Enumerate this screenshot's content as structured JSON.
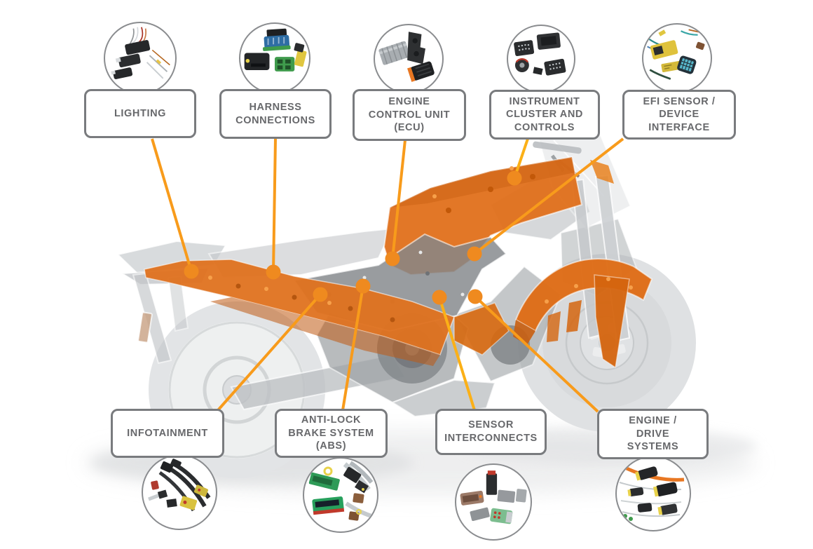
{
  "diagram": {
    "subject": "Motorcycle wiring and connector systems infographic",
    "callouts": [
      {
        "id": "lighting",
        "row": "top",
        "lines": [
          "LIGHTING"
        ],
        "photo": "lighting-connectors"
      },
      {
        "id": "harness-connections",
        "row": "top",
        "lines": [
          "HARNESS",
          "CONNECTIONS"
        ],
        "photo": "harness-connection-connectors"
      },
      {
        "id": "engine-control-unit",
        "row": "top",
        "lines": [
          "ENGINE",
          "CONTROL UNIT",
          "(ECU)"
        ],
        "photo": "ecu-connectors"
      },
      {
        "id": "instrument-cluster",
        "row": "top",
        "lines": [
          "INSTRUMENT",
          "CLUSTER AND",
          "CONTROLS"
        ],
        "photo": "instrument-cluster-connectors"
      },
      {
        "id": "efi-sensor",
        "row": "top",
        "lines": [
          "EFI SENSOR /",
          "DEVICE",
          "INTERFACE"
        ],
        "photo": "efi-sensor-device-connectors"
      },
      {
        "id": "infotainment",
        "row": "bottom",
        "lines": [
          "INFOTAINMENT"
        ],
        "photo": "infotainment-connectors"
      },
      {
        "id": "anti-lock-brake",
        "row": "bottom",
        "lines": [
          "ANTI-LOCK",
          "BRAKE SYSTEM",
          "(ABS)"
        ],
        "photo": "abs-connectors"
      },
      {
        "id": "sensor-interconnects",
        "row": "bottom",
        "lines": [
          "SENSOR",
          "INTERCONNECTS"
        ],
        "photo": "sensor-interconnect-connectors"
      },
      {
        "id": "engine-drive",
        "row": "bottom",
        "lines": [
          "ENGINE /",
          "DRIVE",
          "SYSTEMS"
        ],
        "photo": "engine-drive-system-connectors"
      }
    ],
    "colors": {
      "leader_line": "#F89B1B",
      "hotspot_dot": "#EF8A1F",
      "box_border": "#797B7E",
      "label_text": "#67686B",
      "bike_orange": "#E1701C",
      "bike_gray": "#AEB2B5"
    }
  }
}
